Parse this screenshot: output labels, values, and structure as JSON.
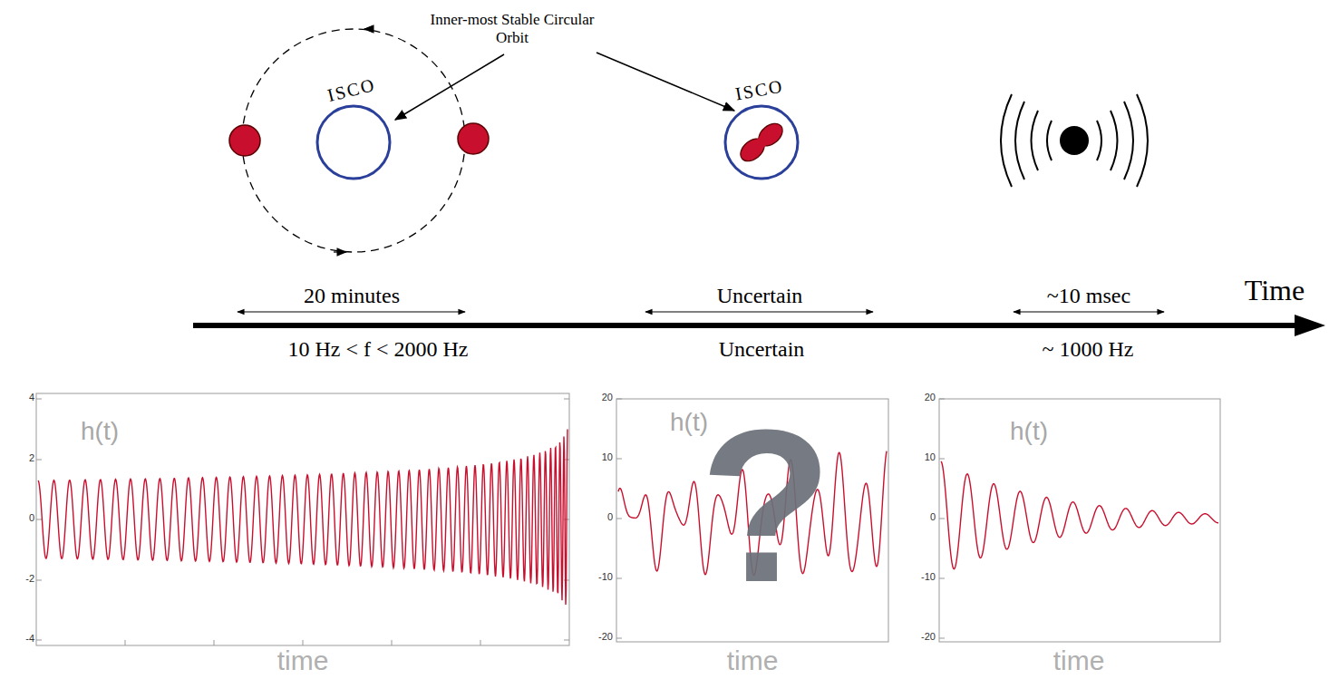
{
  "diagram": {
    "nodes": [
      {
        "text": [
          "ISCO"
        ]
      },
      {
        "text": [
          "ISCO"
        ]
      }
    ],
    "labels": [
      "Inner-most Stable Circular Orbit",
      "20 minutes",
      "Uncertain",
      "~10 msec",
      "Time",
      "10 Hz < f < 2000 Hz",
      "Uncertain",
      "~ 1000 Hz",
      "4",
      "2",
      "0",
      "-2",
      "-4",
      "h(t)",
      "time",
      "20",
      "10",
      "0",
      "-10",
      "-20",
      "h(t)",
      "time",
      "20",
      "10",
      "0",
      "-10",
      "-20",
      "h(t)",
      "time",
      "?"
    ]
  }
}
